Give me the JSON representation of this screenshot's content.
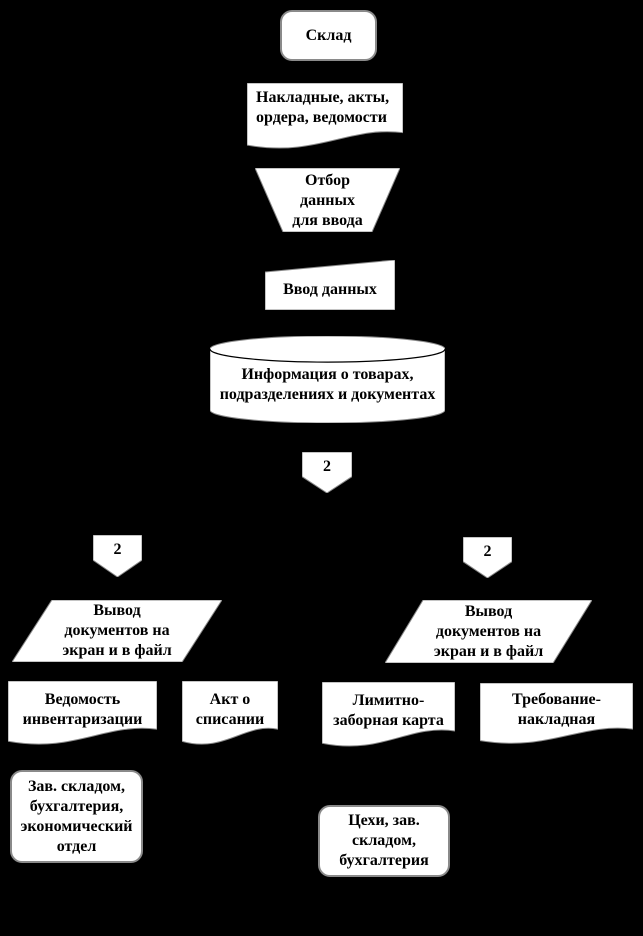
{
  "diagram": {
    "colors": {
      "background": "#000000",
      "shape_fill": "#ffffff",
      "shape_outline": "#8a8a8a",
      "text": "#000000"
    },
    "nodes": {
      "sklad": {
        "shape": "rounded-rectangle",
        "label": "Склад"
      },
      "top_document": {
        "shape": "document",
        "label": "Накладные, акты,\nордера, ведомости"
      },
      "selection": {
        "shape": "manual-operation-trapezoid",
        "label": "Отбор\nданных\nдля ввода"
      },
      "data_input": {
        "shape": "manual-input",
        "label": "Ввод данных"
      },
      "database": {
        "shape": "cylinder",
        "label": "Информация о товарах,\nподразделениях и документах"
      },
      "connector_main": {
        "shape": "off-page-connector",
        "label": "2"
      },
      "connector_left": {
        "shape": "off-page-connector",
        "label": "2"
      },
      "connector_right": {
        "shape": "off-page-connector",
        "label": "2"
      },
      "output_left": {
        "shape": "parallelogram",
        "label": "Вывод\nдокументов на\nэкран и в файл"
      },
      "output_right": {
        "shape": "parallelogram",
        "label": "Вывод\nдокументов на\nэкран и в файл"
      },
      "doc_inventory": {
        "shape": "document",
        "label": "Ведомость\nинвентаризации"
      },
      "doc_writeoff": {
        "shape": "document",
        "label": "Акт о\nсписании"
      },
      "doc_limit_card": {
        "shape": "document",
        "label": "Лимитно-\nзаборная карта"
      },
      "doc_demand_note": {
        "shape": "document",
        "label": "Требование-\nнакладная"
      },
      "recipients_left": {
        "shape": "rounded-rectangle",
        "label": "Зав. складом,\nбухгалтерия,\nэкономический\nотдел"
      },
      "recipients_center": {
        "shape": "rounded-rectangle",
        "label": "Цехи, зав.\nскладом,\nбухгалтерия"
      }
    }
  }
}
